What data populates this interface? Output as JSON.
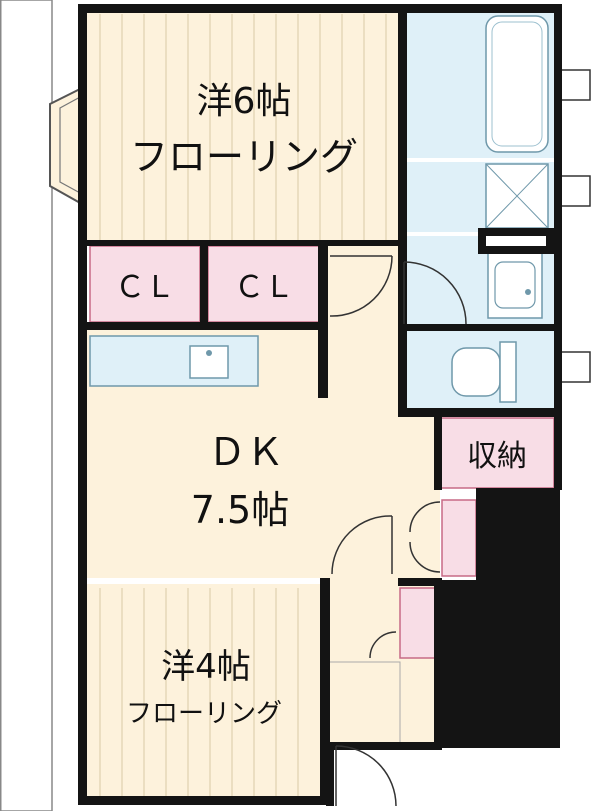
{
  "rooms": {
    "western_6": {
      "name": "洋6帖",
      "floor": "フローリング"
    },
    "dk": {
      "name": "ＤＫ",
      "size": "7.5帖"
    },
    "western_4": {
      "name": "洋4帖",
      "floor": "フローリング"
    },
    "closet_left": {
      "label": "ＣＬ"
    },
    "closet_right": {
      "label": "ＣＬ"
    },
    "storage": {
      "label": "収納"
    }
  },
  "colors": {
    "wall": "#141414",
    "flooring": "#fdf2dc",
    "flooring_lines": "#d9c9a6",
    "dk_floor": "#fdf2dc",
    "wet_area": "#dff0f8",
    "closet": "#f8dde6",
    "balcony": "#ffffff"
  }
}
